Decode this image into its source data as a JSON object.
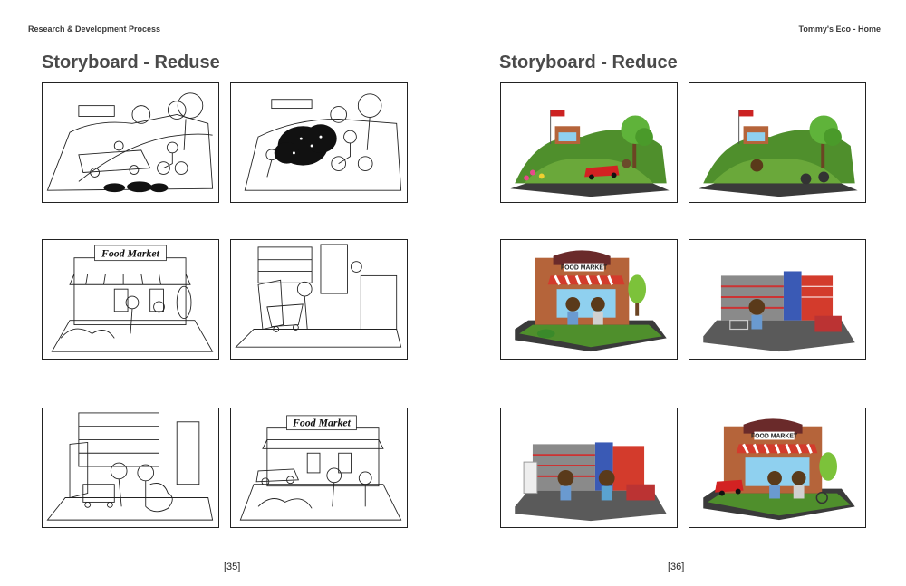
{
  "header": {
    "left": "Research & Development Process",
    "right": "Tommy's Eco - Home"
  },
  "pages": {
    "left": {
      "title": "Storyboard - Reduse",
      "page_number": "[35]"
    },
    "right": {
      "title": "Storyboard - Reduce",
      "page_number": "[36]"
    }
  },
  "signs": {
    "food_market_script": "Food Market",
    "food_market_block": "FOOD MARKET"
  },
  "colors": {
    "grass": "#4f8f2c",
    "ground": "#3a3a3a",
    "brick": "#b5643a",
    "awning_red": "#d33b2c",
    "car_red": "#d32222"
  }
}
